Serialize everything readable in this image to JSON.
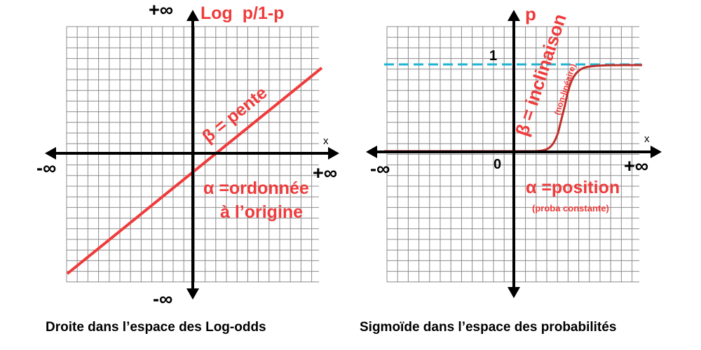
{
  "colors": {
    "grid": "#8c8c8c",
    "axis": "#000000",
    "accent": "#ef3b3b",
    "sigmoid": "#c0302a",
    "asymptote": "#1fb3d3",
    "text": "#000000"
  },
  "left_diagram": {
    "y_top_label": "+∞",
    "y_bottom_label": "-∞",
    "x_left_label": "-∞",
    "x_right_label": "+∞",
    "x_axis_label": "x",
    "y_axis_label": "Log  p/1-p",
    "slope_label": "β = pente",
    "intercept_label_line1": "α =ordonnée",
    "intercept_label_line2": "à l’origine",
    "caption": "Droite dans l’espace des Log-odds"
  },
  "right_diagram": {
    "y_axis_label": "p",
    "x_left_label": "-∞",
    "x_right_label": "+∞",
    "x_axis_label": "x",
    "origin_label": "0",
    "one_label": "1",
    "slope_label": "β = inclinaison",
    "slope_sublabel": "(non-linéaire)",
    "position_label": "α =position",
    "position_sublabel": "(proba constante)",
    "caption": "Sigmoïde dans l’espace des probabilités"
  }
}
